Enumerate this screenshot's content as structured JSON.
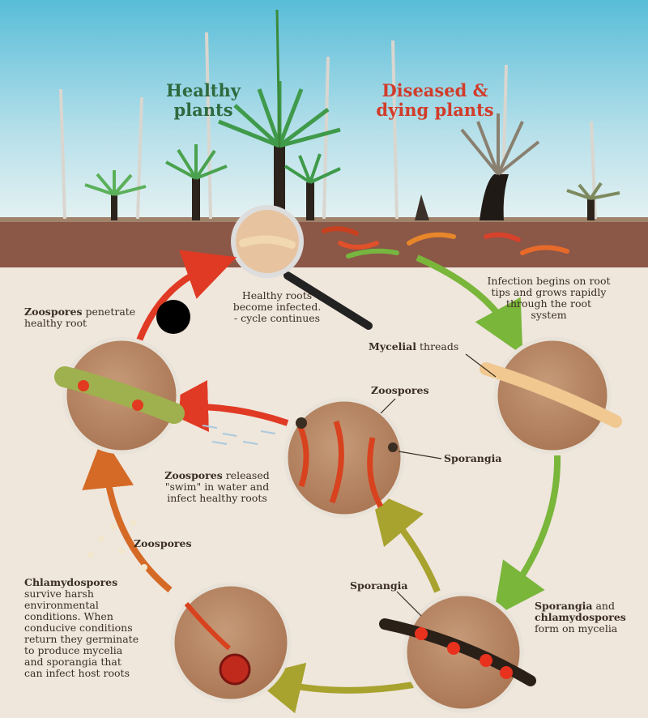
{
  "heading": {
    "healthy_line1": "Healthy",
    "healthy_line2": "plants",
    "diseased_line1": "Diseased &",
    "diseased_line2": "dying plants"
  },
  "labels": {
    "infected_l1": "Healthy roots",
    "infected_l2": "become infected.",
    "infected_l3": "- cycle continues",
    "penetrate_bold": "Zoospores",
    "penetrate_rest": " penetrate",
    "penetrate_l2": "healthy root",
    "infection_l1": "Infection begins on root",
    "infection_l2": "tips and grows rapidly",
    "infection_l3": "through the root",
    "infection_l4": "system",
    "mycelial_bold": "Mycelial",
    "mycelial_rest": " threads",
    "zoospores_top": "Zoospores",
    "sporangia_mid": "Sporangia",
    "released_bold": "Zoospores",
    "released_rest": " released",
    "released_l2": "\"swim\" in water and",
    "released_l3": "infect healthy roots",
    "zoospores_left": "Zoospores",
    "chlamy_bold": "Chlamydospores",
    "chlamy_l2": "survive harsh",
    "chlamy_l3": "environmental",
    "chlamy_l4": "conditions. When",
    "chlamy_l5": "conducive conditions",
    "chlamy_l6": "return they germinate",
    "chlamy_l7": "to produce mycelia",
    "chlamy_l8": "and sporangia that",
    "chlamy_l9": "can infect host roots",
    "sporangia_bottom": "Sporangia",
    "form_bold1": "Sporangia",
    "form_rest1": " and",
    "form_bold2": "chlamydospores",
    "form_l3": "form on mycelia"
  }
}
